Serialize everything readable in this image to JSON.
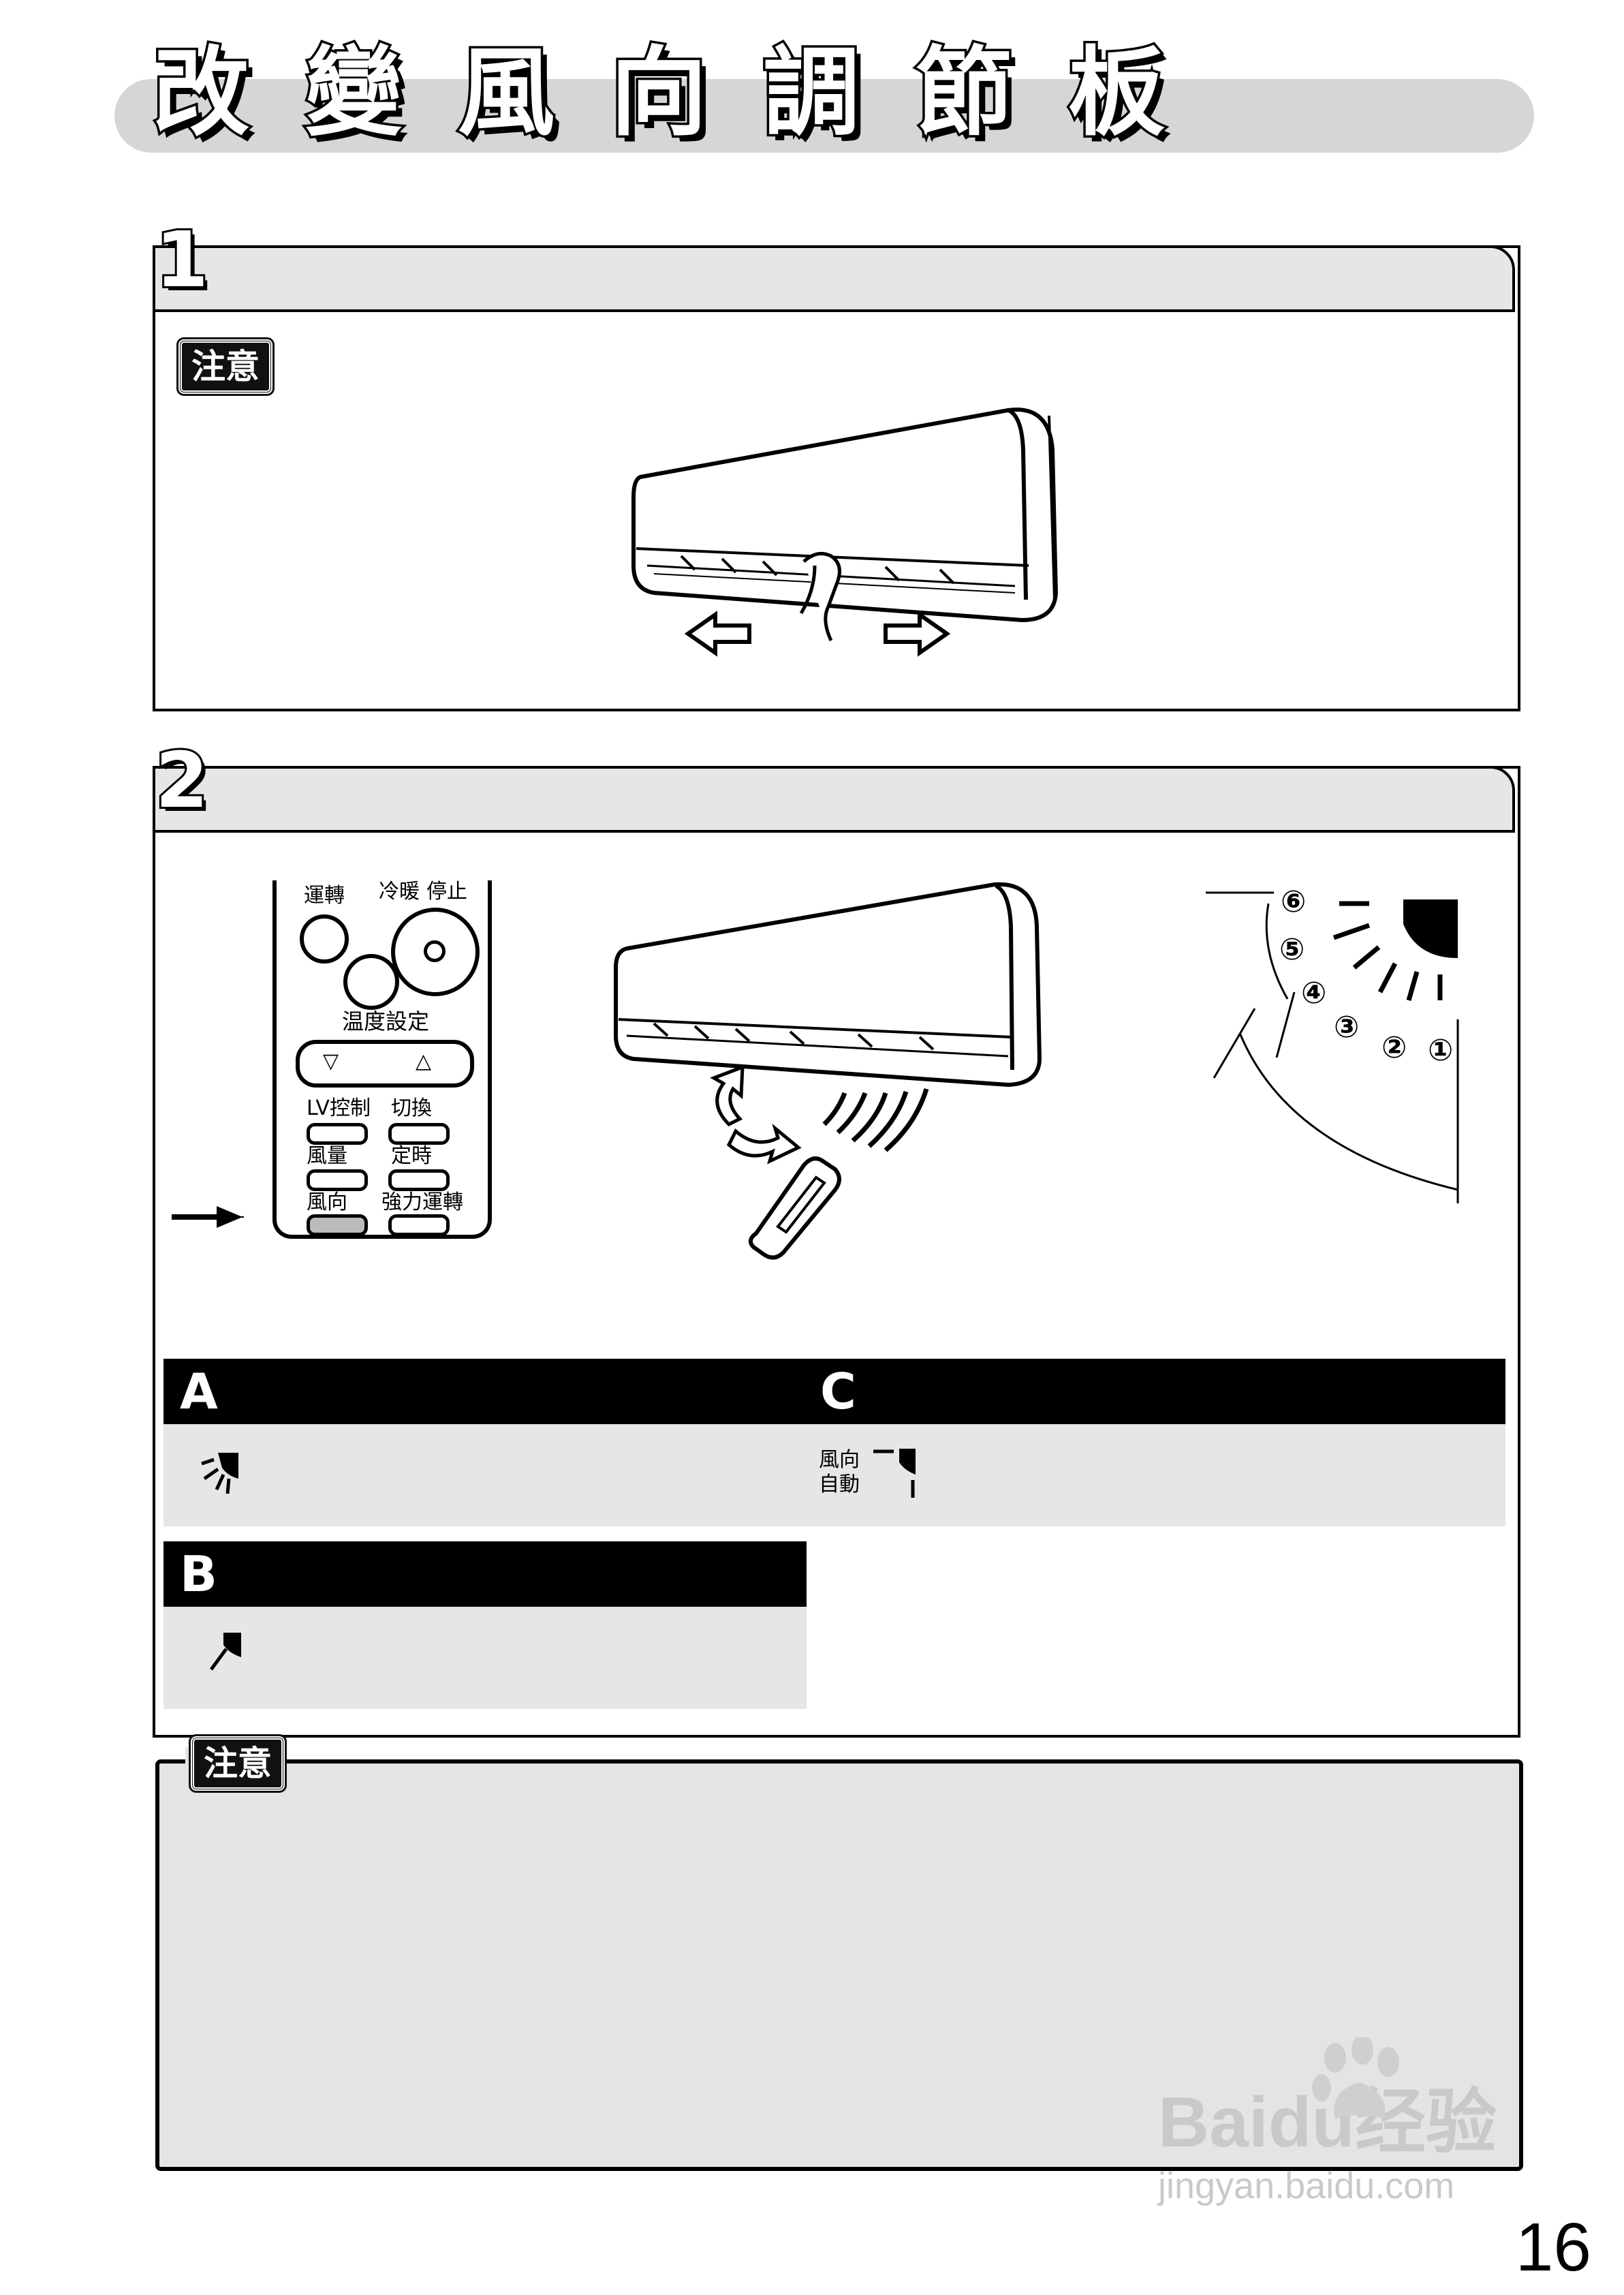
{
  "page": {
    "title": "改變風向調節板",
    "page_number": "16"
  },
  "step1": {
    "number": "1",
    "caution_label": "注意"
  },
  "step2": {
    "number": "2",
    "remote": {
      "buttons": [
        "運轉",
        "冷暖",
        "停止",
        "温度設定",
        "LV控制",
        "切換",
        "風量",
        "定時",
        "風向",
        "強力運轉"
      ]
    },
    "angles": [
      "①",
      "②",
      "③",
      "④",
      "⑤",
      "⑥"
    ],
    "modes": [
      {
        "id": "A",
        "icon": "fan-spread-icon"
      },
      {
        "id": "B",
        "icon": "fan-single-icon"
      },
      {
        "id": "C",
        "icon": "fan-auto-icon",
        "label_line1": "風向",
        "label_line2": "自動"
      }
    ]
  },
  "bottom_caution": {
    "label": "注意"
  },
  "watermark": {
    "brand": "Baidu经验",
    "url": "jingyan.baidu.com"
  }
}
